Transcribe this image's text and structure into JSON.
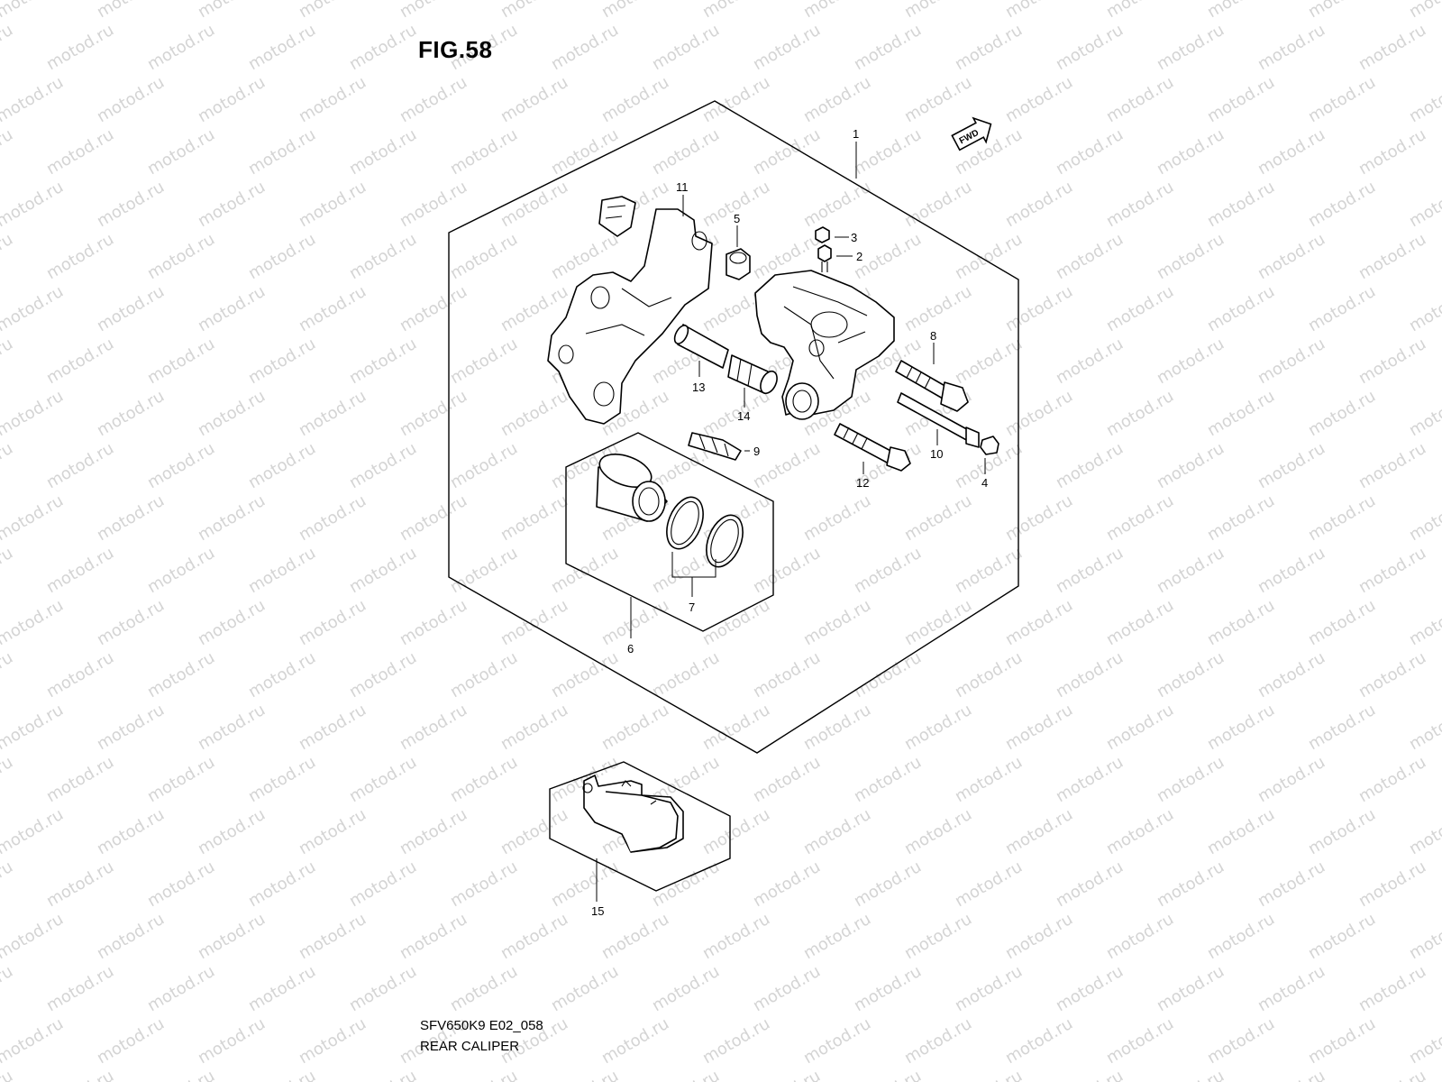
{
  "figure": {
    "title": "FIG.58",
    "code": "SFV650K9 E02_058",
    "name": "REAR CALIPER"
  },
  "watermark": "motod.ru",
  "fwd_label": "FWD",
  "callouts": {
    "p1": "1",
    "p2": "2",
    "p3": "3",
    "p4": "4",
    "p5": "5",
    "p6": "6",
    "p7": "7",
    "p8": "8",
    "p9": "9",
    "p10": "10",
    "p11": "11",
    "p12": "12",
    "p13": "13",
    "p14": "14",
    "p15": "15"
  }
}
